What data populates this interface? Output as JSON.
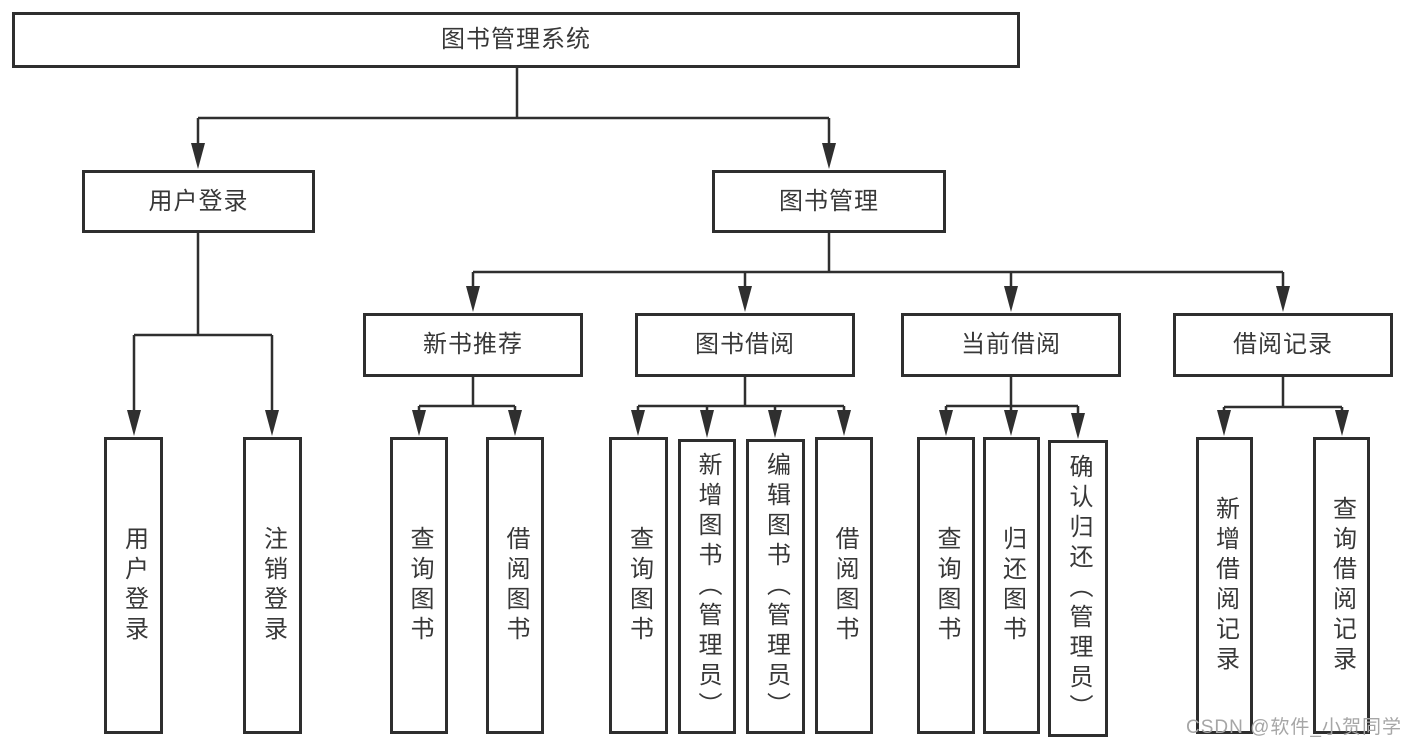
{
  "diagram": {
    "root": {
      "label": "图书管理系统"
    },
    "branches": [
      {
        "label": "用户登录",
        "children": [
          {
            "label": "用户登录"
          },
          {
            "label": "注销登录"
          }
        ]
      },
      {
        "label": "图书管理",
        "children": [
          {
            "label": "新书推荐",
            "children": [
              {
                "label": "查询图书"
              },
              {
                "label": "借阅图书"
              }
            ]
          },
          {
            "label": "图书借阅",
            "children": [
              {
                "label": "查询图书"
              },
              {
                "label": "新增图书（管理员）"
              },
              {
                "label": "编辑图书（管理员）"
              },
              {
                "label": "借阅图书"
              }
            ]
          },
          {
            "label": "当前借阅",
            "children": [
              {
                "label": "查询图书"
              },
              {
                "label": "归还图书"
              },
              {
                "label": "确认归还（管理员）"
              }
            ]
          },
          {
            "label": "借阅记录",
            "children": [
              {
                "label": "新增借阅记录"
              },
              {
                "label": "查询借阅记录"
              }
            ]
          }
        ]
      }
    ]
  },
  "watermark": {
    "text": "CSDN @软件_小贺同学"
  },
  "colors": {
    "line": "#2f2f2f",
    "text": "#383838",
    "box_background": "#ffffff",
    "watermark": "#a6a6a6"
  }
}
